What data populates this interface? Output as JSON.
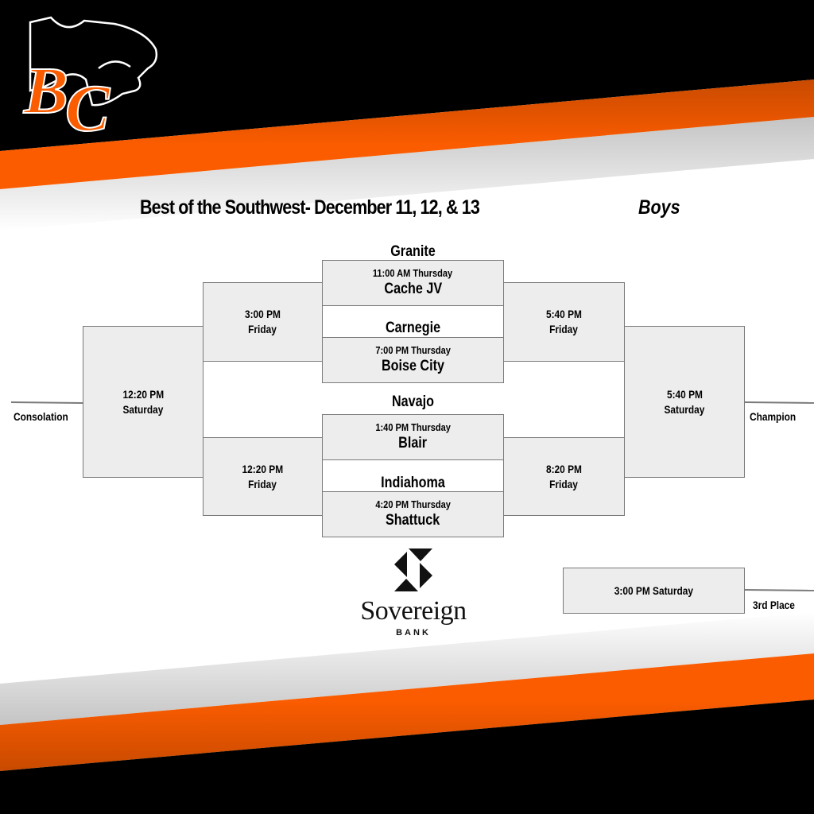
{
  "colors": {
    "brand_orange": "#fb5c00",
    "dark_orange": "#c84a00",
    "black": "#000000",
    "box_fill": "#ededed",
    "box_border": "#7a7a7a"
  },
  "header": {
    "logo_text": "BC",
    "logo_icon": "panther-head-logo-icon"
  },
  "title": {
    "main": "Best of the Southwest- December 11, 12, & 13",
    "division": "Boys"
  },
  "bracket": {
    "first_round": [
      {
        "team_top": "Granite",
        "time": "11:00 AM Thursday",
        "team_bottom": "Cache JV"
      },
      {
        "team_top": "Carnegie",
        "time": "7:00  PM Thursday",
        "team_bottom": "Boise City"
      },
      {
        "team_top": "Navajo",
        "time": "1:40  PM Thursday",
        "team_bottom": "Blair"
      },
      {
        "team_top": "Indiahoma",
        "time": "4:20  PM Thursday",
        "team_bottom": "Shattuck"
      }
    ],
    "consolation_semis": [
      {
        "time": "3:00  PM",
        "day": "Friday"
      },
      {
        "time": "12:20 PM",
        "day": "Friday"
      }
    ],
    "winner_semis": [
      {
        "time": "5:40 PM",
        "day": "Friday"
      },
      {
        "time": "8:20 PM",
        "day": "Friday"
      }
    ],
    "consolation_final": {
      "time": "12:20 PM",
      "day": "Saturday",
      "label": "Consolation"
    },
    "championship": {
      "time": "5:40 PM",
      "day": "Saturday",
      "label": "Champion"
    },
    "third_place": {
      "time": "3:00 PM Saturday",
      "label": "3rd Place"
    }
  },
  "sponsor": {
    "icon": "sovereign-s-logo-icon",
    "name": "Sovereign",
    "sub": "BANK"
  }
}
